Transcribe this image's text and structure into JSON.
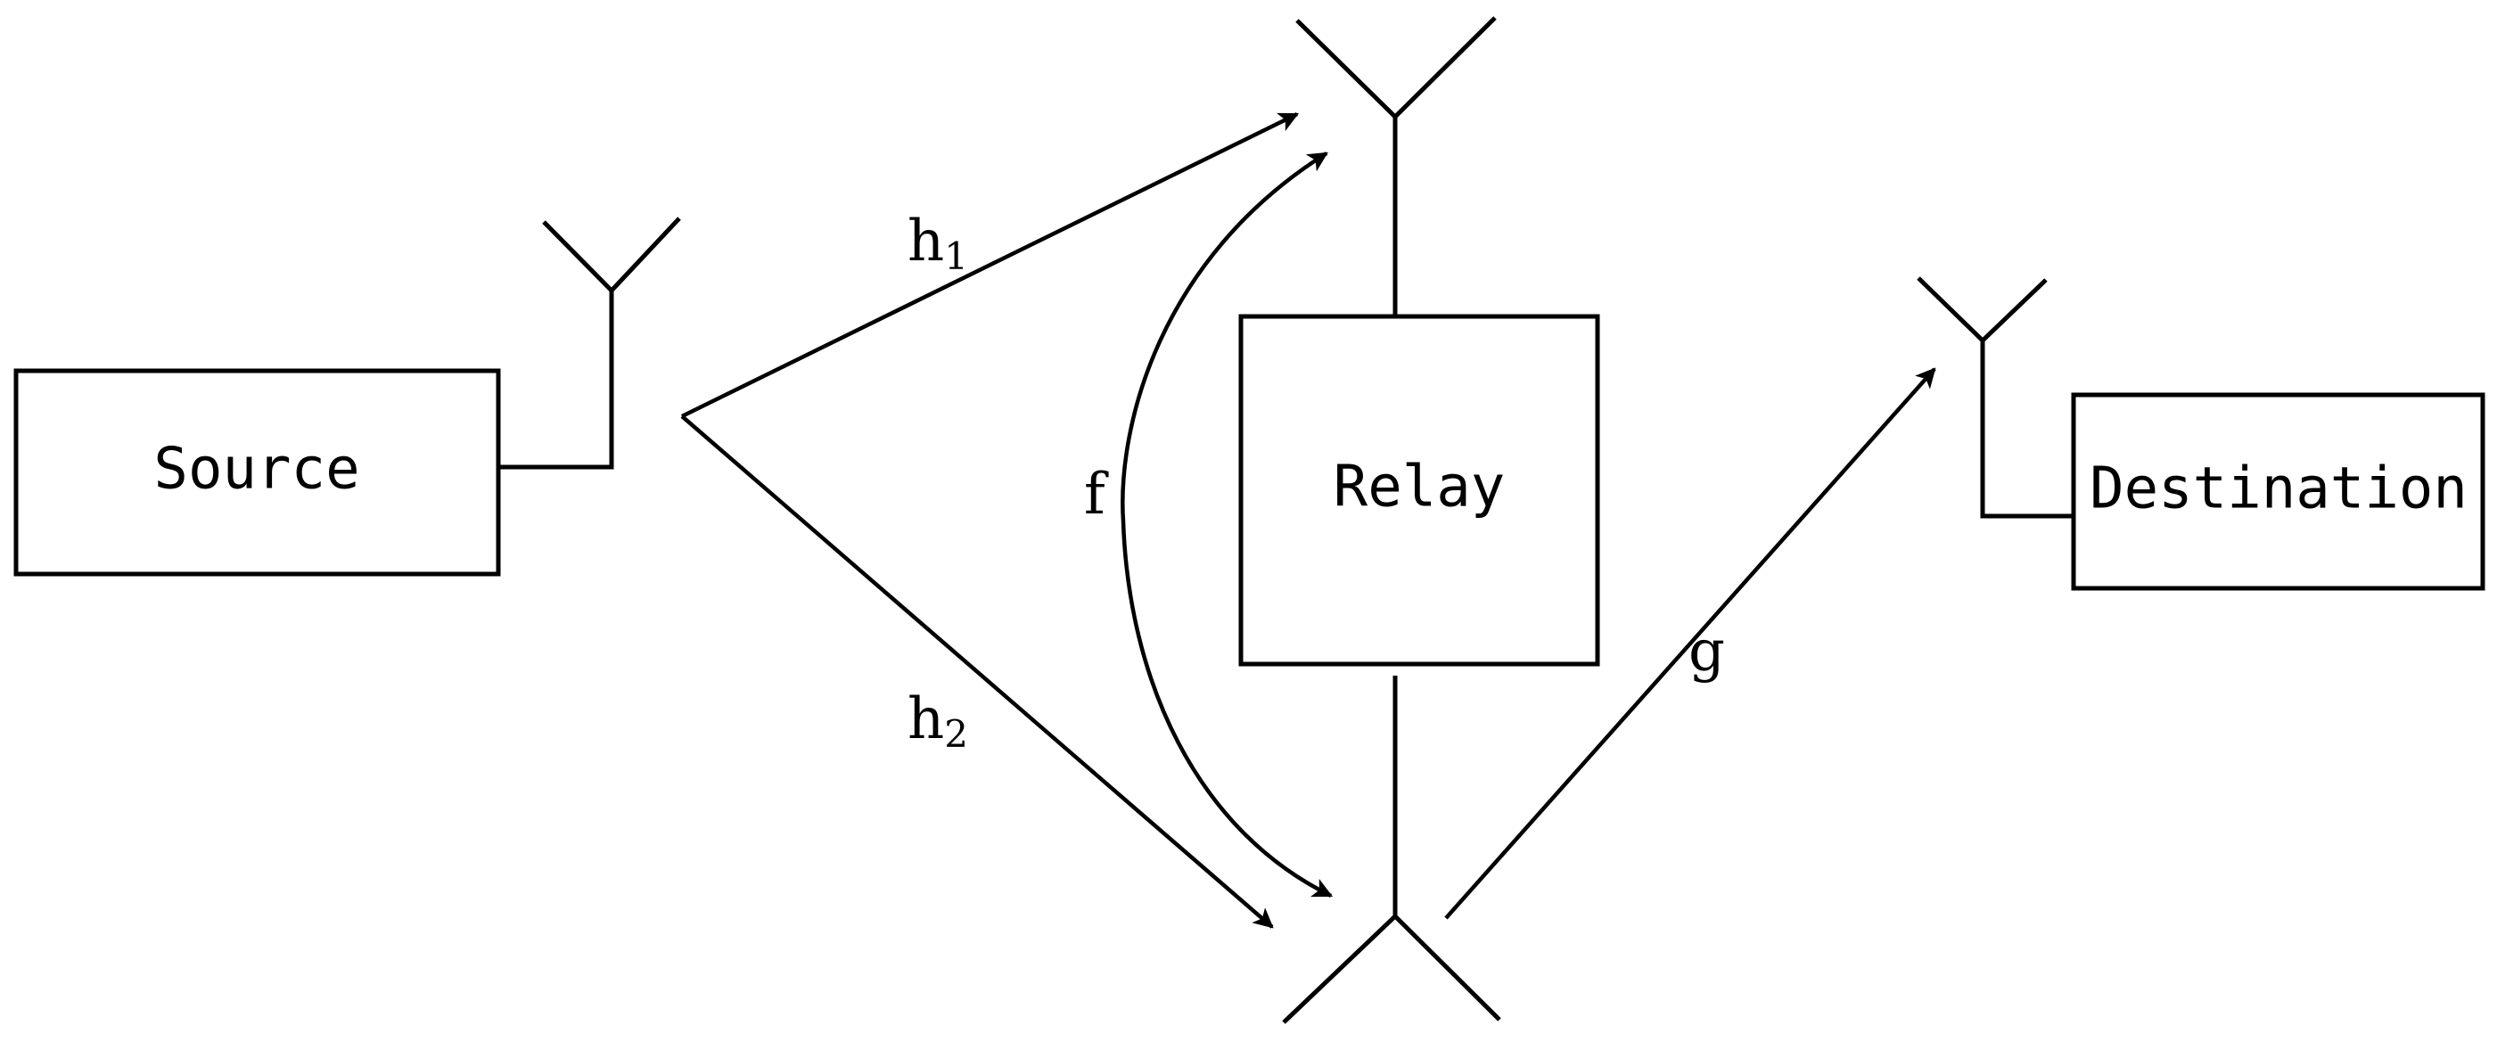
{
  "nodes": {
    "source": {
      "label": "Source"
    },
    "relay": {
      "label": "Relay"
    },
    "destination": {
      "label": "Destination"
    }
  },
  "links": {
    "h1": {
      "base": "h",
      "sub": "1",
      "from": "Source",
      "to": "Relay"
    },
    "h2": {
      "base": "h",
      "sub": "2",
      "from": "Source",
      "to": "Relay"
    },
    "f": {
      "label": "f",
      "from": "Relay",
      "to": "Relay"
    },
    "g": {
      "label": "g",
      "from": "Relay",
      "to": "Destination"
    }
  },
  "colors": {
    "stroke": "#000000",
    "background": "#ffffff"
  },
  "icons": [
    "antenna-icon"
  ]
}
